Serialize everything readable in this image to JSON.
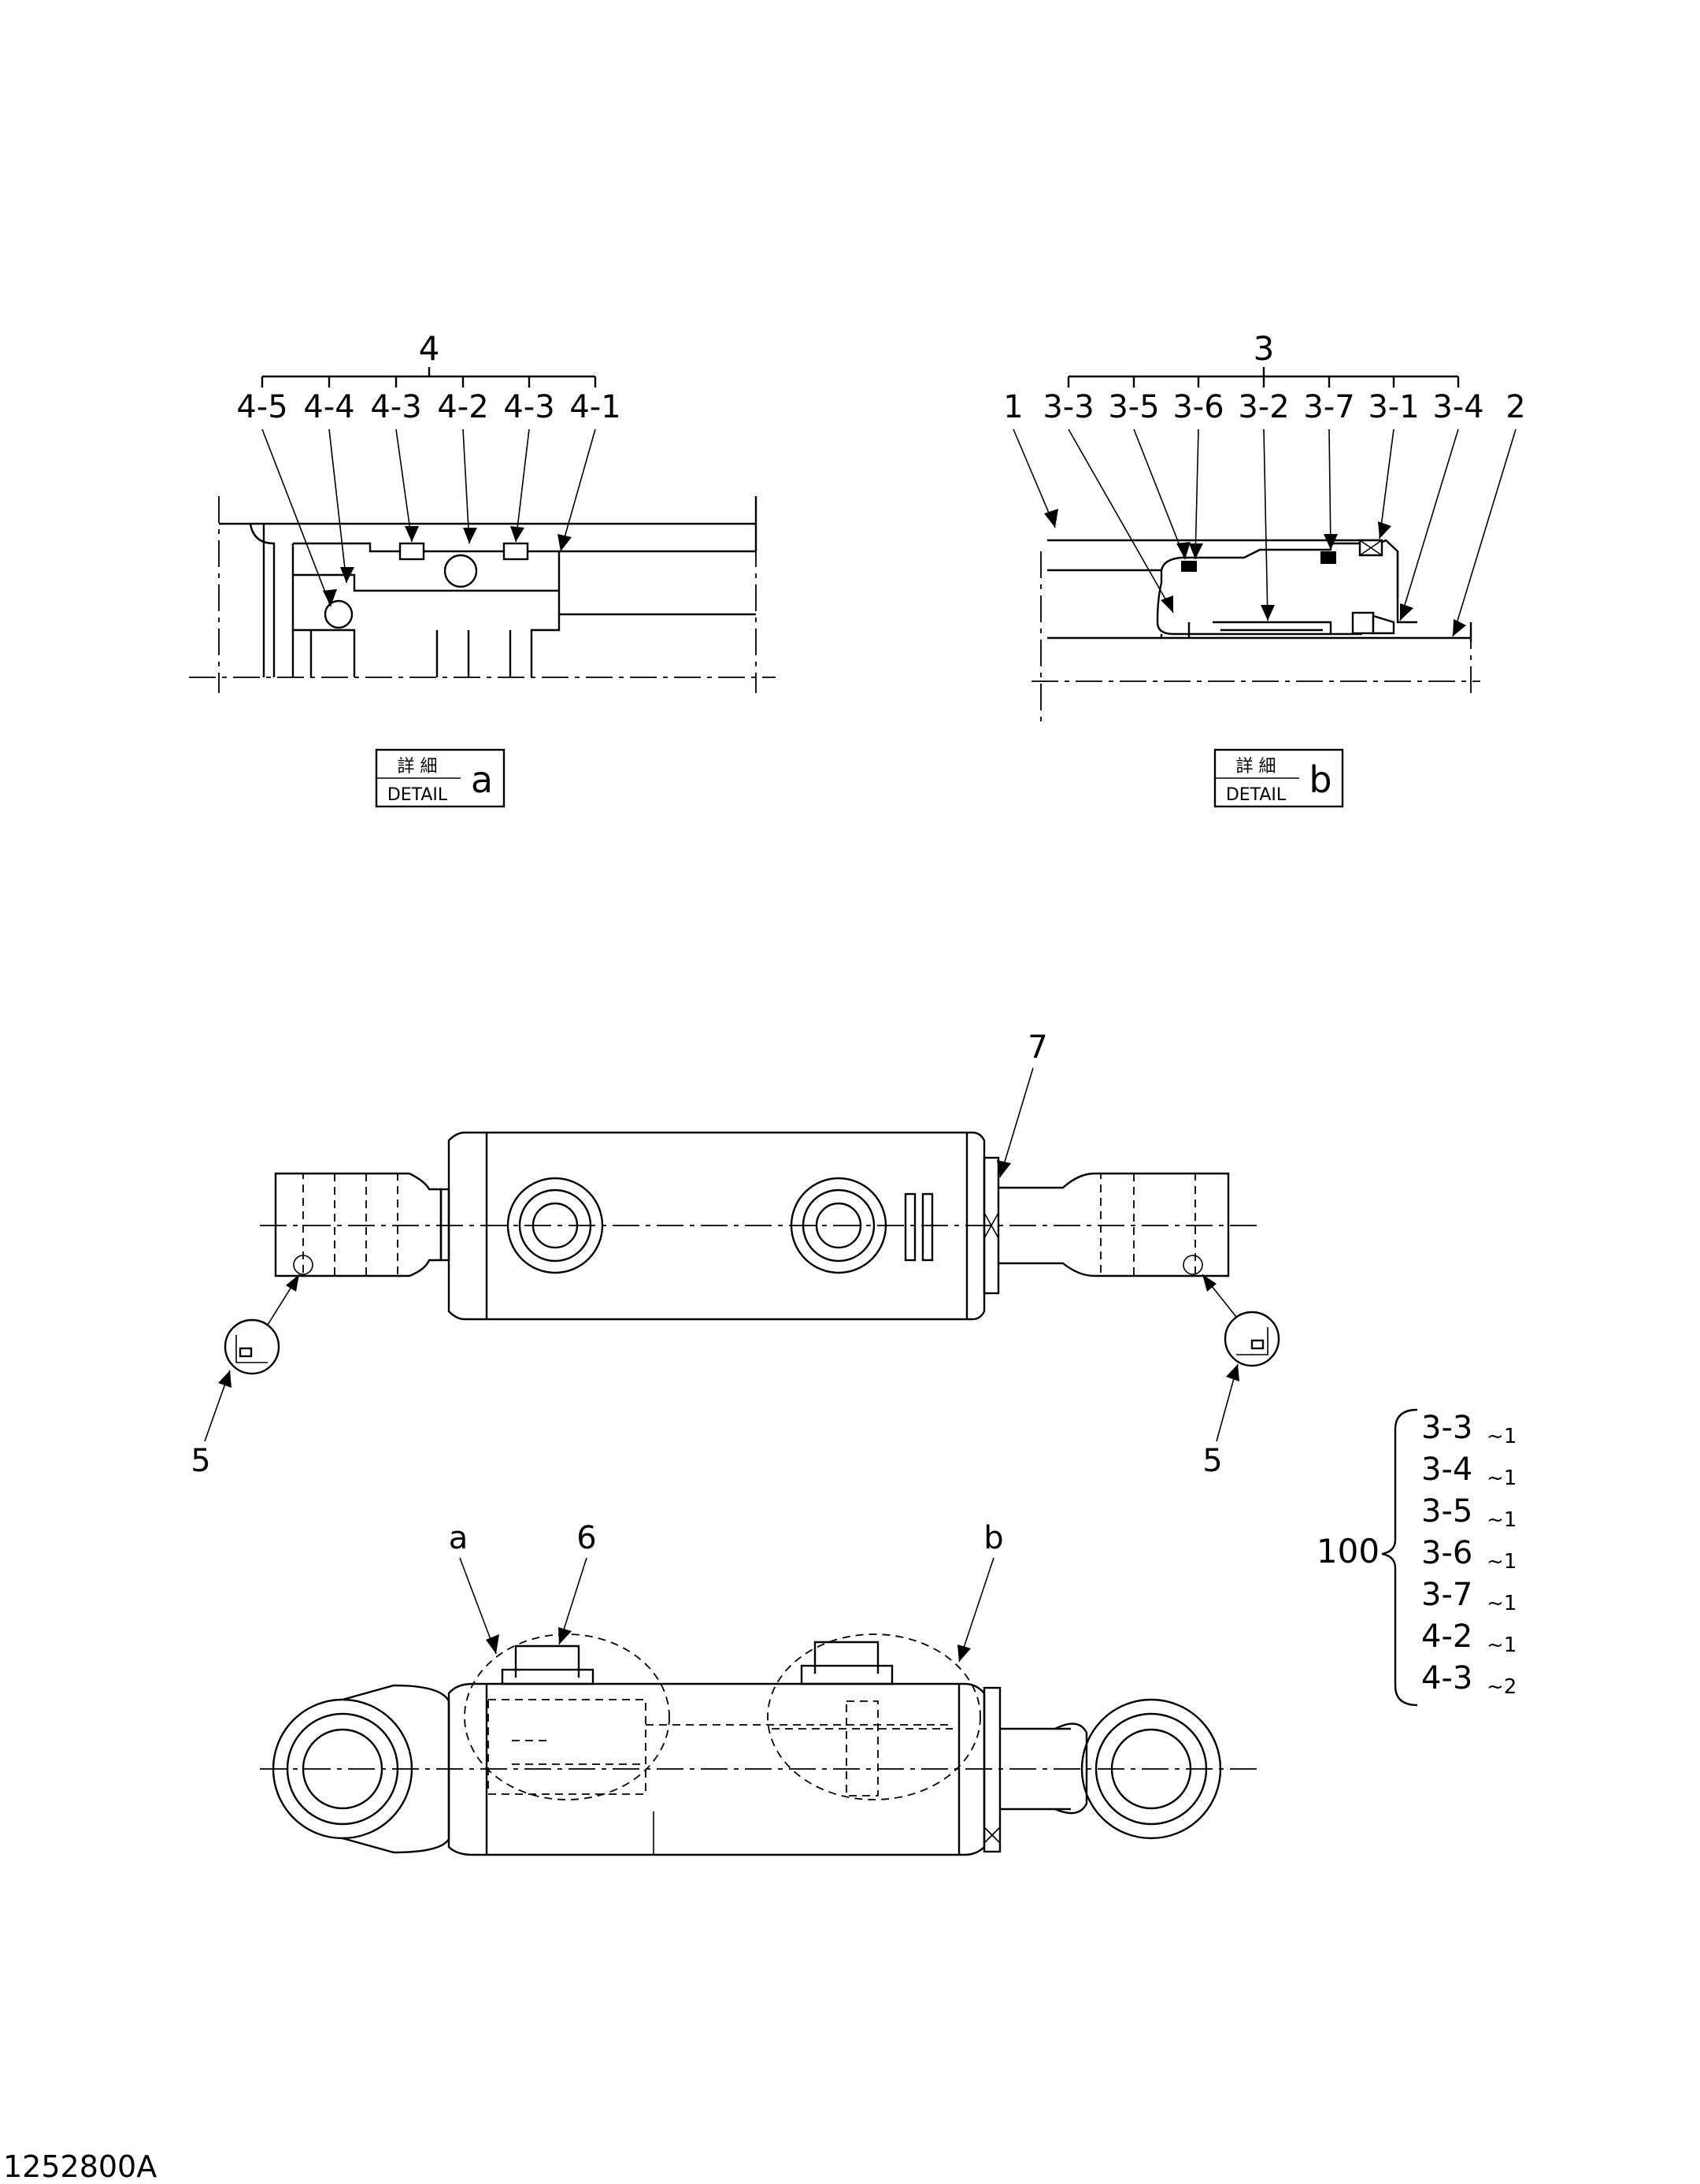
{
  "detail_a": {
    "group_label": "4",
    "callouts": [
      "4-5",
      "4-4",
      "4-3",
      "4-2",
      "4-3",
      "4-1"
    ],
    "caption": {
      "jp": "詳 細",
      "en": "DETAIL",
      "letter": "a"
    }
  },
  "detail_b": {
    "group_label": "3",
    "callouts": [
      "1",
      "3-3",
      "3-5",
      "3-6",
      "3-2",
      "3-7",
      "3-1",
      "3-4",
      "2"
    ],
    "caption": {
      "jp": "詳 細",
      "en": "DETAIL",
      "letter": "b"
    }
  },
  "top_view": {
    "label_7": "7",
    "label_5_left": "5",
    "label_5_right": "5"
  },
  "side_view": {
    "label_a": "a",
    "label_6": "6",
    "label_b": "b"
  },
  "kit": {
    "label": "100",
    "items": [
      {
        "part": "3-3",
        "qty": "~1"
      },
      {
        "part": "3-4",
        "qty": "~1"
      },
      {
        "part": "3-5",
        "qty": "~1"
      },
      {
        "part": "3-6",
        "qty": "~1"
      },
      {
        "part": "3-7",
        "qty": "~1"
      },
      {
        "part": "4-2",
        "qty": "~1"
      },
      {
        "part": "4-3",
        "qty": "~2"
      }
    ]
  },
  "drawing_number": "1252800A"
}
